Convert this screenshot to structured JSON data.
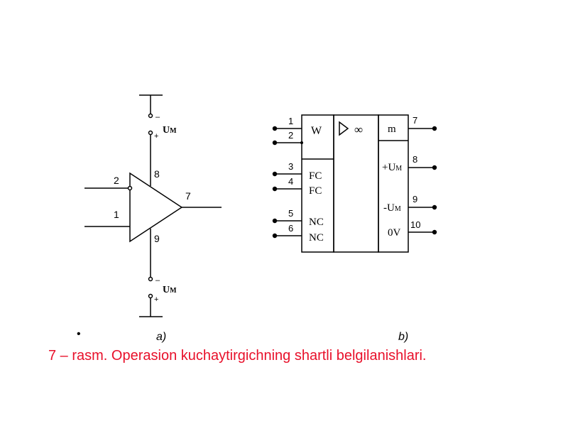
{
  "opamp_a": {
    "pins": {
      "inv_in": "2",
      "noninv_in": "1",
      "out": "7",
      "v_pos": "8",
      "v_neg": "9"
    },
    "supply_top": {
      "minus": "–",
      "label": "U",
      "sub": "M",
      "plus": "+"
    },
    "supply_bottom": {
      "minus": "–",
      "label": "U",
      "sub": "M",
      "plus": "+"
    }
  },
  "opamp_b": {
    "left_pins": [
      "1",
      "2",
      "3",
      "4",
      "5",
      "6"
    ],
    "right_pins": [
      "7",
      "8",
      "9",
      "10"
    ],
    "left_fields": [
      "W",
      "FC",
      "FC",
      "NC",
      "NC"
    ],
    "middle_symbol": "∞",
    "right_fields": [
      "m",
      "+U",
      "-U",
      "0V"
    ],
    "sub": "M"
  },
  "captions": {
    "bullet": "•",
    "a": "a)",
    "b": "b)",
    "figure": "7 – rasm. Operasion kuchaytirgichning shartli belgilanishlari."
  }
}
